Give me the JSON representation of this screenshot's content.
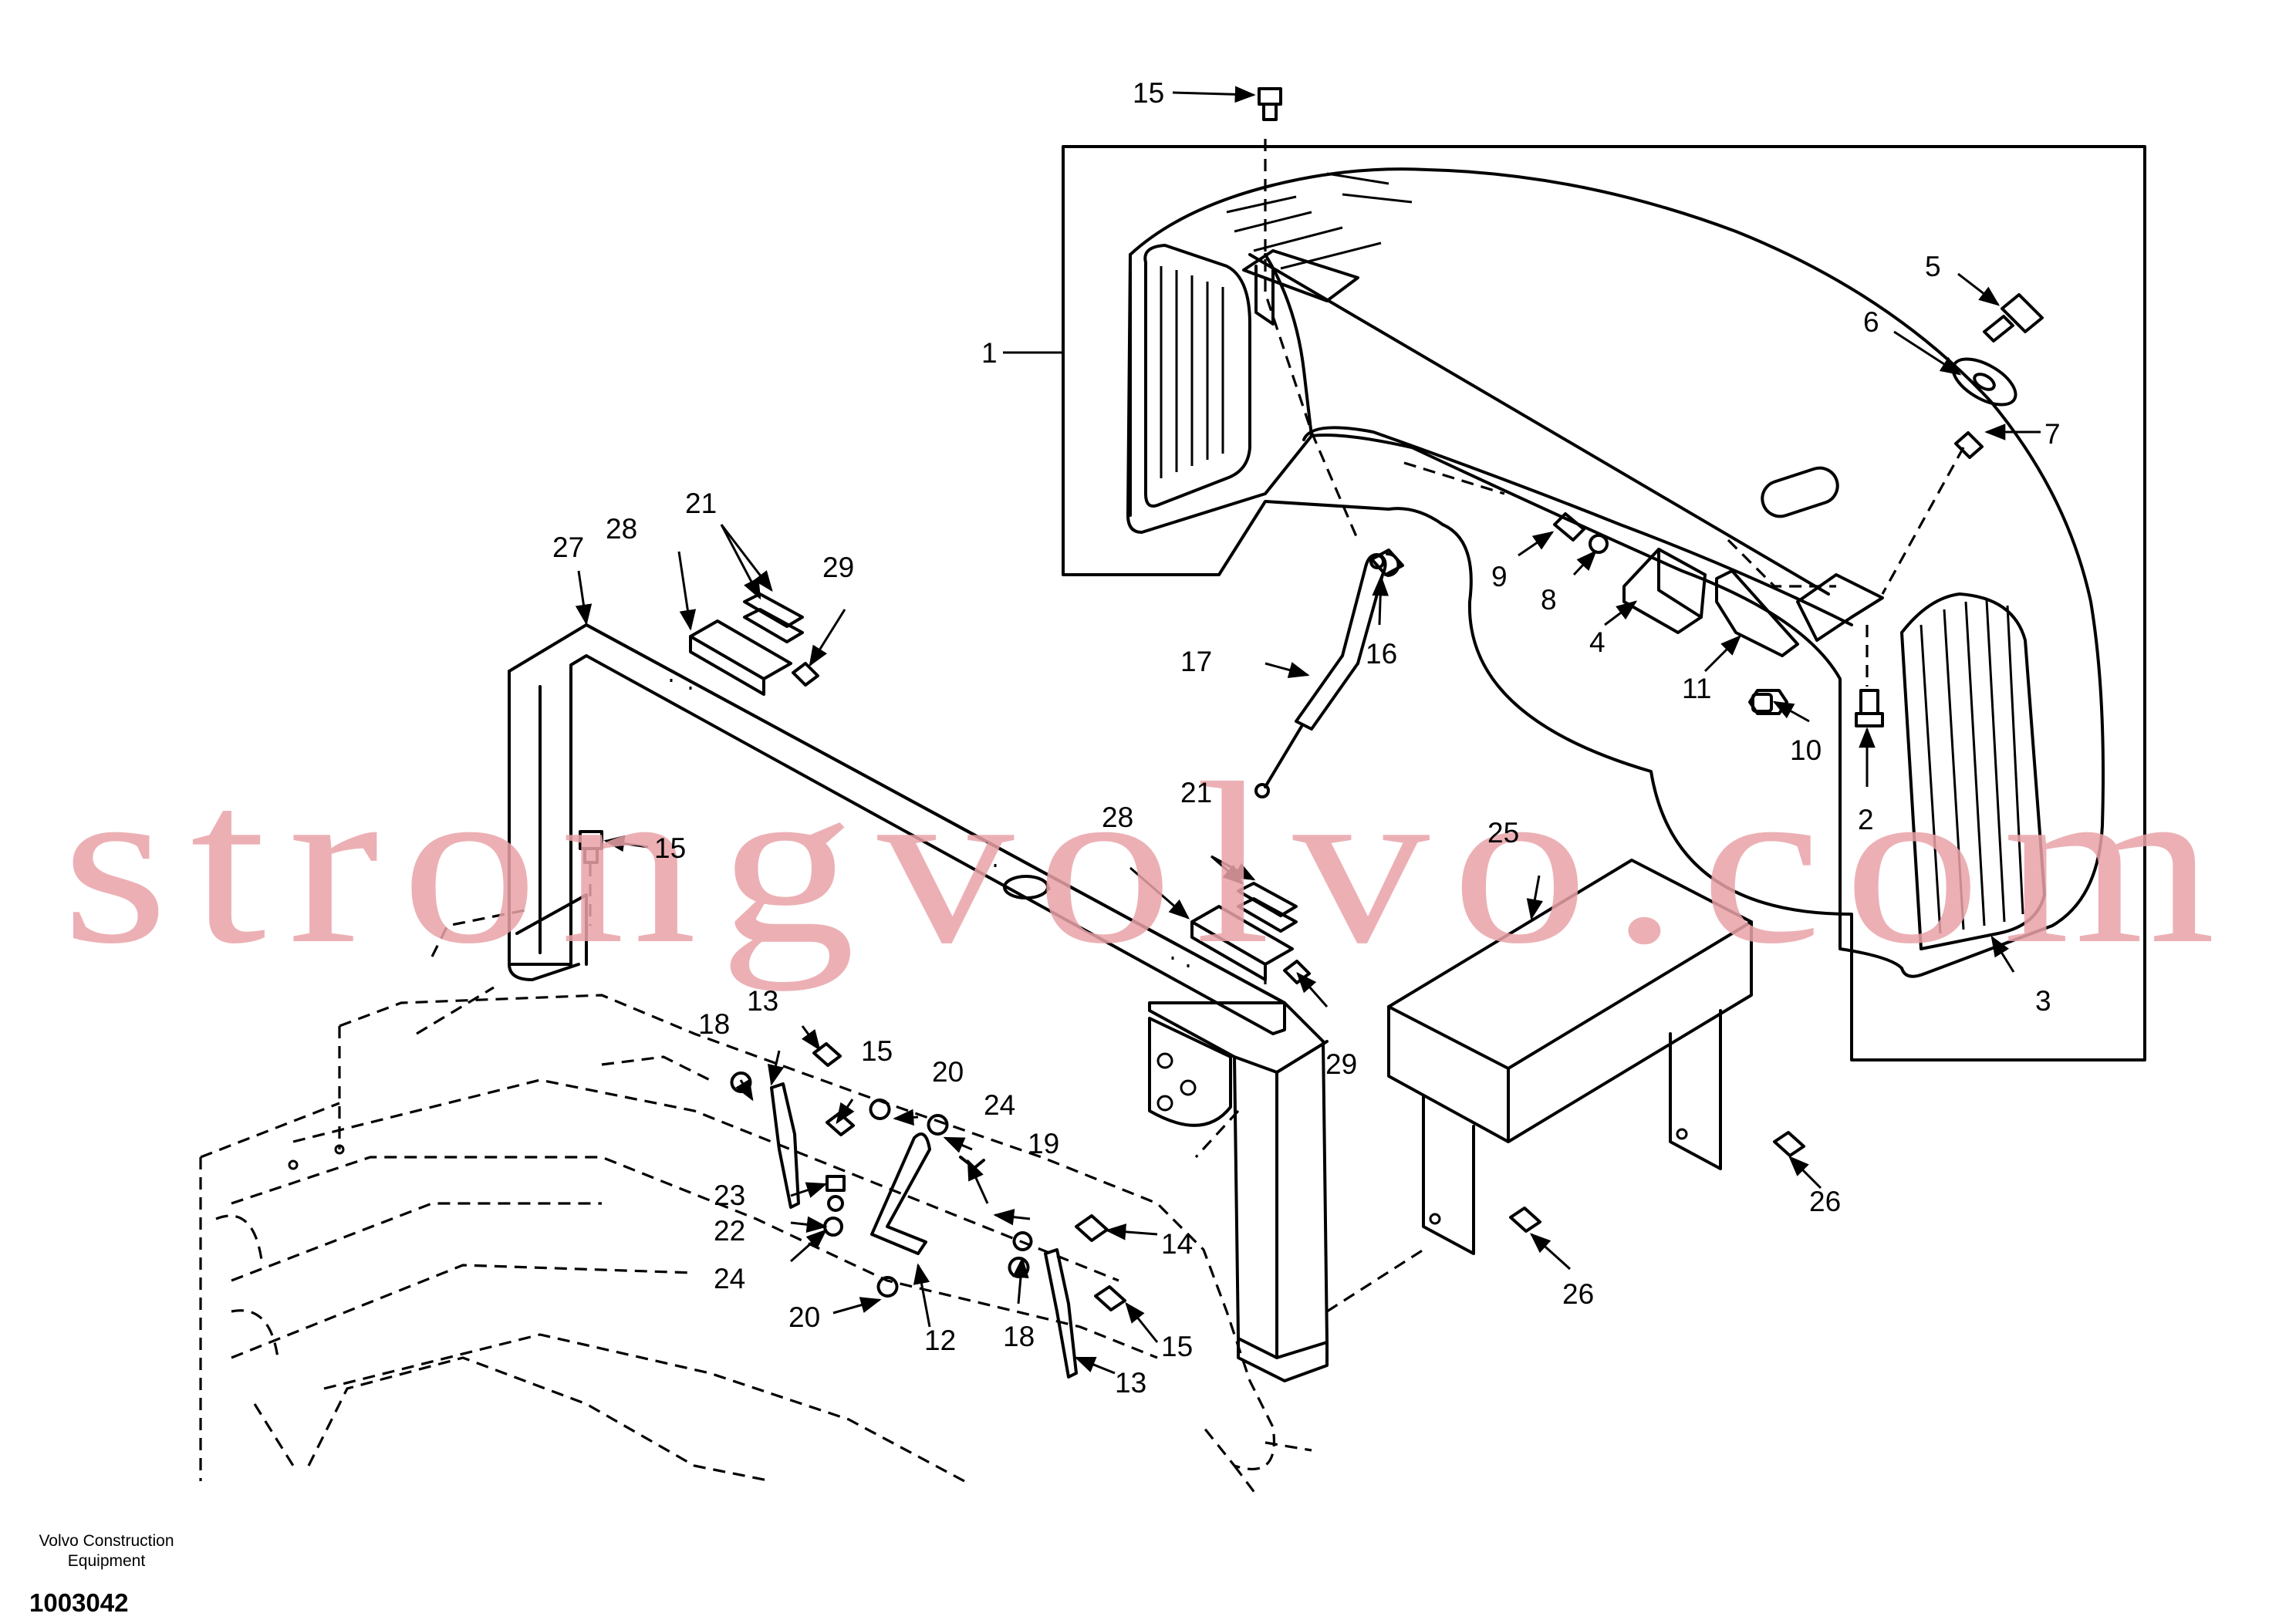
{
  "watermark": "strongvolvo.com",
  "footer": {
    "brand_line1": "Volvo Construction",
    "brand_line2": "Equipment",
    "drawing_number": "1003042"
  },
  "callouts": {
    "c1": "1",
    "c2": "2",
    "c3": "3",
    "c4": "4",
    "c5": "5",
    "c6": "6",
    "c7": "7",
    "c8": "8",
    "c9": "9",
    "c10": "10",
    "c11": "11",
    "c12": "12",
    "c13a": "13",
    "c13b": "13",
    "c14": "14",
    "c15a": "15",
    "c15b": "15",
    "c15c": "15",
    "c15d": "15",
    "c16": "16",
    "c17": "17",
    "c18a": "18",
    "c18b": "18",
    "c19": "19",
    "c20a": "20",
    "c20b": "20",
    "c21a": "21",
    "c21b": "21",
    "c22": "22",
    "c23": "23",
    "c24a": "24",
    "c24b": "24",
    "c25": "25",
    "c26a": "26",
    "c26b": "26",
    "c27": "27",
    "c28a": "28",
    "c28b": "28",
    "c29a": "29",
    "c29b": "29"
  }
}
